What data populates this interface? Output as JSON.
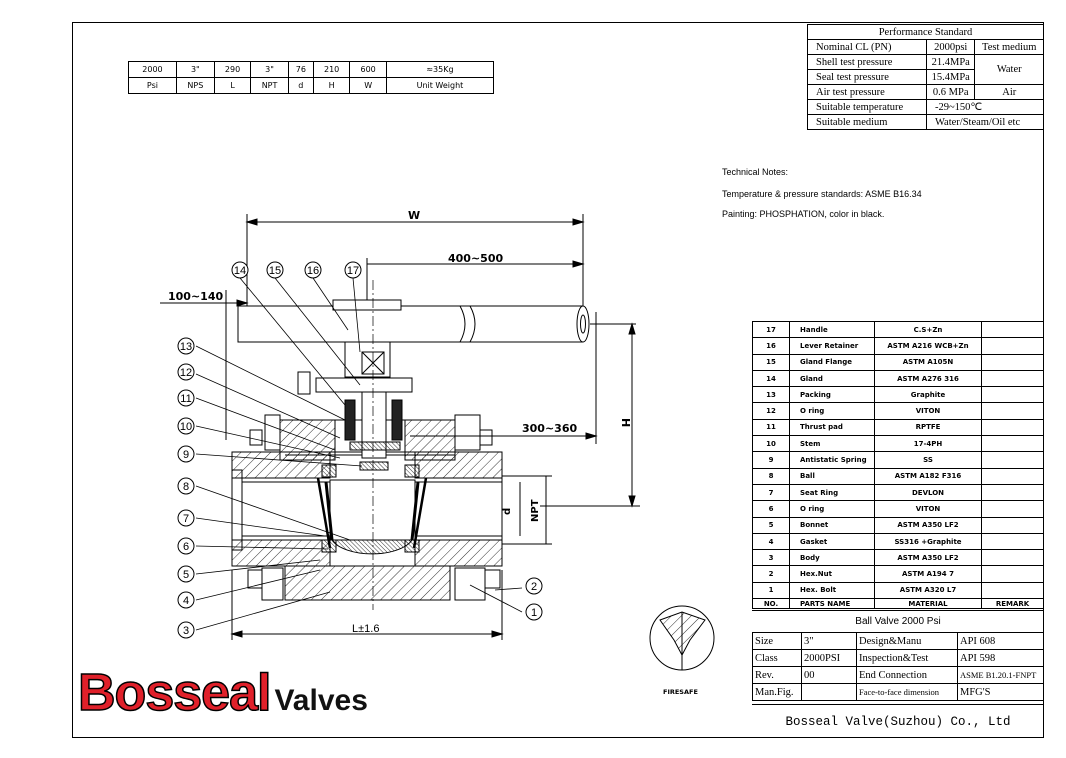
{
  "dimensions": {
    "values": [
      "2000",
      "3\"",
      "290",
      "3\"",
      "76",
      "210",
      "600",
      "≈35Kg"
    ],
    "labels": [
      "Psi",
      "NPS",
      "L",
      "NPT",
      "d",
      "H",
      "W",
      "Unit Weight"
    ]
  },
  "performance": {
    "title": "Performance Standard",
    "rows": [
      {
        "label": "Nominal CL (PN)",
        "value": "2000psi",
        "medium": "Test medium"
      },
      {
        "label": "Shell test pressure",
        "value": "21.4MPa"
      },
      {
        "label": "Seal test pressure",
        "value": "15.4MPa"
      },
      {
        "label": "Air test pressure",
        "value": "0.6  MPa",
        "medium": "Air"
      },
      {
        "label": "Suitable temperature",
        "value": "-29~150℃"
      },
      {
        "label": "Suitable medium",
        "value": "Water/Steam/Oil etc"
      }
    ],
    "water": "Water"
  },
  "notes": {
    "heading": "Technical Notes:",
    "line1": "Temperature & pressure  standards: ASME B16.34",
    "line2": "Painting: PHOSPHATION, color in black."
  },
  "drawing": {
    "W": "W",
    "dim_400_500": "400~500",
    "dim_300_360": "300~360",
    "dim_100_140": "100~140",
    "H": "H",
    "d": "d",
    "NPT": "NPT",
    "L": "L±1.6",
    "callouts": [
      "14",
      "15",
      "16",
      "17",
      "13",
      "12",
      "11",
      "10",
      "9",
      "8",
      "7",
      "6",
      "5",
      "4",
      "3",
      "2",
      "1"
    ]
  },
  "parts": {
    "rows": [
      {
        "no": "17",
        "name": "Handle",
        "material": "C.S+Zn"
      },
      {
        "no": "16",
        "name": "Lever Retainer",
        "material": "ASTM A216 WCB+Zn"
      },
      {
        "no": "15",
        "name": "Gland Flange",
        "material": "ASTM A105N"
      },
      {
        "no": "14",
        "name": "Gland",
        "material": "ASTM A276 316"
      },
      {
        "no": "13",
        "name": "Packing",
        "material": "Graphite"
      },
      {
        "no": "12",
        "name": "O ring",
        "material": "VITON"
      },
      {
        "no": "11",
        "name": "Thrust pad",
        "material": "RPTFE"
      },
      {
        "no": "10",
        "name": "Stem",
        "material": "17-4PH"
      },
      {
        "no": "9",
        "name": "Antistatic Spring",
        "material": "SS"
      },
      {
        "no": "8",
        "name": "Ball",
        "material": "ASTM A182 F316"
      },
      {
        "no": "7",
        "name": "Seat Ring",
        "material": "DEVLON"
      },
      {
        "no": "6",
        "name": "O ring",
        "material": "VITON"
      },
      {
        "no": "5",
        "name": "Bonnet",
        "material": "ASTM A350 LF2"
      },
      {
        "no": "4",
        "name": "Gasket",
        "material": "SS316 +Graphite"
      },
      {
        "no": "3",
        "name": "Body",
        "material": "ASTM A350 LF2"
      },
      {
        "no": "2",
        "name": "Hex.Nut",
        "material": "ASTM A194 7"
      },
      {
        "no": "1",
        "name": "Hex. Bolt",
        "material": "ASTM A320 L7"
      }
    ],
    "header": {
      "no": "NO.",
      "name": "PARTS NAME",
      "material": "MATERIAL",
      "remark": "REMARK"
    }
  },
  "titleblock": {
    "title": "Ball  Valve    2000  Psi",
    "rows": [
      {
        "k1": "Size",
        "v1": "3\"",
        "k2": "Design&Manu",
        "v2": "API  608"
      },
      {
        "k1": "Class",
        "v1": "2000PSI",
        "k2": "Inspection&Test",
        "v2": "API 598"
      },
      {
        "k1": "Rev.",
        "v1": "00",
        "k2": "End Connection",
        "v2": "ASME B1.20.1-FNPT"
      },
      {
        "k1": "Man.Fig.",
        "v1": "",
        "k2": "Face-to-face dimension",
        "v2": "MFG'S"
      }
    ],
    "company": "Bosseal Valve(Suzhou) Co., Ltd"
  },
  "logo": {
    "brand": "Bosseal",
    "suffix": "Valves"
  },
  "firesafe": "FIRESAFE"
}
